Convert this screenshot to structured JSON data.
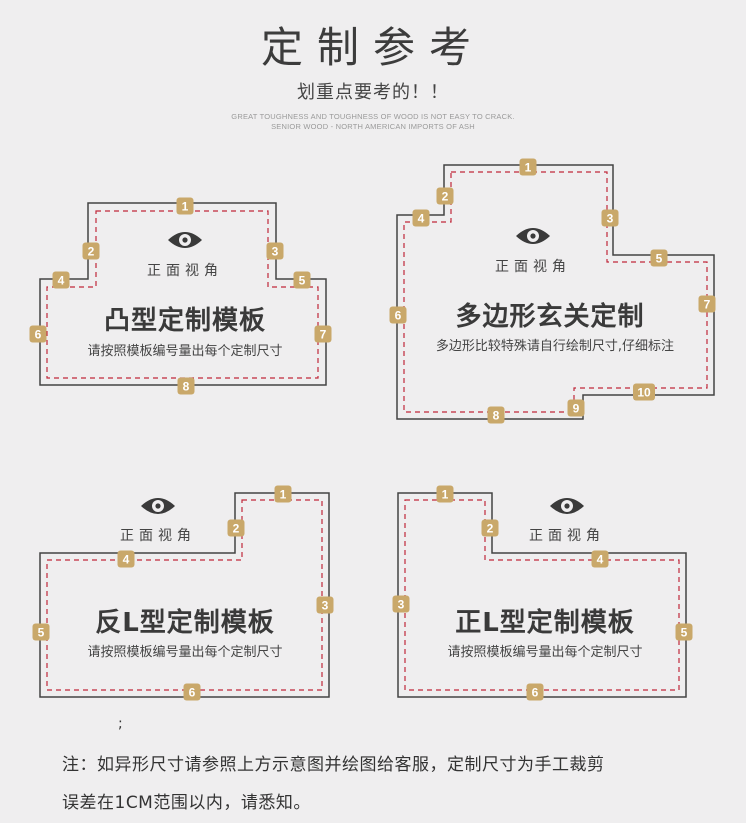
{
  "header": {
    "title": "定制参考",
    "subtitle": "划重点要考的！！",
    "english_line1": "GREAT TOUGHNESS AND TOUGHNESS OF WOOD IS NOT EASY TO CRACK.",
    "english_line2": "SENIOR WOOD - NORTH AMERICAN IMPORTS OF ASH"
  },
  "colors": {
    "badge": "#c9a86a",
    "outline": "#444444",
    "dashed": "#c0283a",
    "background": "#efeeef"
  },
  "diagrams": [
    {
      "id": "convex",
      "view_label": "正面视角",
      "title": "凸型定制模板",
      "desc": "请按照模板编号量出每个定制尺寸",
      "badges": [
        "1",
        "2",
        "3",
        "4",
        "5",
        "6",
        "7",
        "8"
      ]
    },
    {
      "id": "polygon",
      "view_label": "正面视角",
      "title": "多边形玄关定制",
      "desc": "多边形比较特殊请自行绘制尺寸,仔细标注",
      "badges": [
        "1",
        "2",
        "3",
        "4",
        "5",
        "6",
        "7",
        "8",
        "9",
        "10"
      ]
    },
    {
      "id": "reverse-l",
      "view_label": "正面视角",
      "title": "反L型定制模板",
      "desc": "请按照模板编号量出每个定制尺寸",
      "badges": [
        "1",
        "2",
        "3",
        "4",
        "5",
        "6"
      ]
    },
    {
      "id": "normal-l",
      "view_label": "正面视角",
      "title": "正L型定制模板",
      "desc": "请按照模板编号量出每个定制尺寸",
      "badges": [
        "1",
        "2",
        "3",
        "4",
        "5",
        "6"
      ]
    }
  ],
  "footer": {
    "stray_mark": ";",
    "note_line1": "注：如异形尺寸请参照上方示意图并绘图给客服，定制尺寸为手工裁剪",
    "note_line2": "误差在1CM范围以内，请悉知。"
  }
}
